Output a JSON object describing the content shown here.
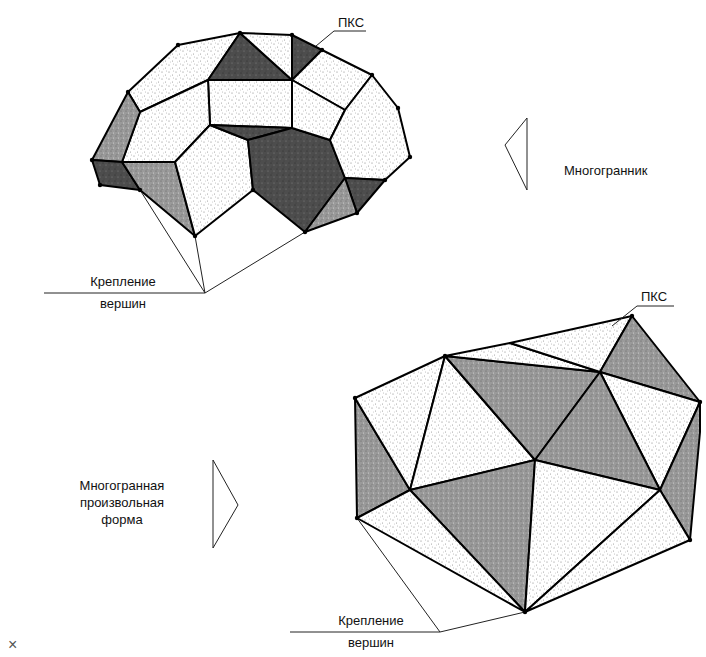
{
  "diagram": {
    "labels": [
      "ПКС",
      "Многогранник",
      "Крепление вершин",
      "Многогранная произвольная форма",
      "ПКС",
      "Крепление вершин",
      "×"
    ]
  }
}
